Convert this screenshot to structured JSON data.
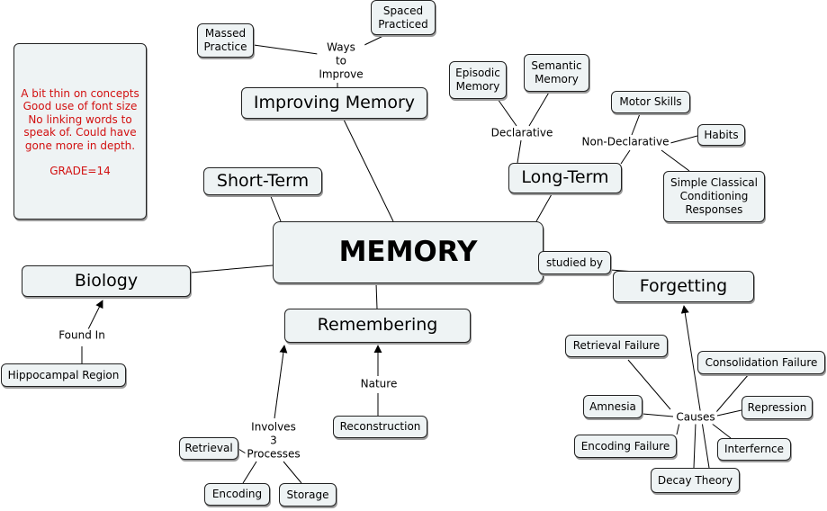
{
  "concepts": {
    "memory": "MEMORY",
    "improving_memory": "Improving Memory",
    "short_term": "Short-Term",
    "long_term": "Long-Term",
    "biology": "Biology",
    "remembering": "Remembering",
    "forgetting": "Forgetting",
    "massed_practice": "Massed\nPractice",
    "spaced_practiced": "Spaced\nPracticed",
    "episodic_memory": "Episodic\nMemory",
    "semantic_memory": "Semantic\nMemory",
    "motor_skills": "Motor Skills",
    "habits": "Habits",
    "simple_classical": "Simple Classical\nConditioning\nResponses",
    "hippocampal_region": "Hippocampal Region",
    "retrieval": "Retrieval",
    "encoding": "Encoding",
    "storage": "Storage",
    "reconstruction": "Reconstruction",
    "retrieval_failure": "Retrieval Failure",
    "consolidation_failure": "Consolidation Failure",
    "amnesia": "Amnesia",
    "repression": "Repression",
    "encoding_failure": "Encoding Failure",
    "interfernce": "Interfernce",
    "decay_theory": "Decay Theory",
    "studied_by": "studied by"
  },
  "link_phrases": {
    "ways_to_improve": "Ways\nto\nImprove",
    "declarative": "Declarative",
    "non_declarative": "Non-Declarative",
    "found_in": "Found In",
    "involves_3_processes": "Involves\n3\nProcesses",
    "nature": "Nature",
    "causes": "Causes"
  },
  "note": {
    "comment": "A bit thin on concepts\nGood use of font size\nNo linking words to\nspeak of. Could have\ngone more in depth.",
    "grade": "GRADE=14"
  },
  "colors": {
    "node_fill": "#eef3f4",
    "node_border": "#222222",
    "note_text": "#d21010"
  }
}
